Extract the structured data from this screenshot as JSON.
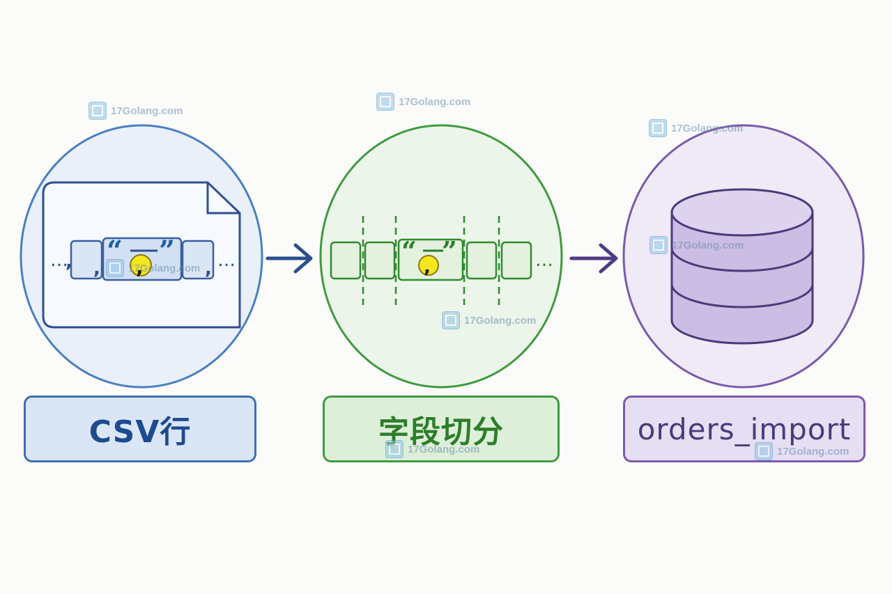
{
  "stages": [
    {
      "id": "csv",
      "label": "CSV行"
    },
    {
      "id": "split",
      "label": "字段切分"
    },
    {
      "id": "table",
      "label": "orders_import"
    }
  ],
  "csv_row": {
    "separator": ",",
    "leading_dots": "…",
    "trailing_dots": "…",
    "open_quote": "“",
    "close_quote": "”"
  },
  "split_row": {
    "trailing_dots": "…",
    "open_quote": "“",
    "close_quote": "”"
  },
  "watermark": "17Golang.com",
  "colors": {
    "csv_stroke": "#3f6fb3",
    "csv_fill": "#dae6f6",
    "split_stroke": "#3e9a3e",
    "split_fill": "#ddefd9",
    "table_stroke": "#7a5aac",
    "table_fill": "#e6def2",
    "highlight": "#f4e61f"
  },
  "icons": [
    "csv-file-icon",
    "arrow-right-icon",
    "database-cylinder-icon"
  ]
}
